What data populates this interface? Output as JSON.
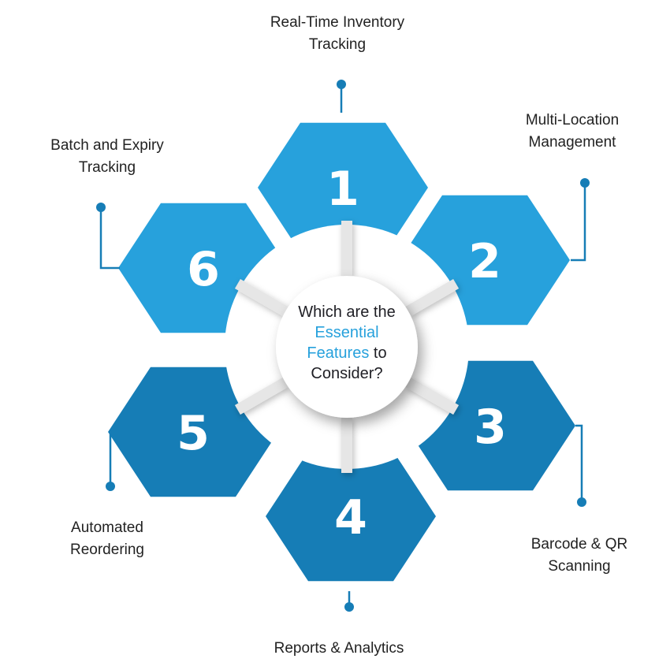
{
  "center": {
    "line1": "Which are the",
    "accent1": "Essential",
    "accent2": "Features",
    "tail": "to",
    "line4": "Consider?"
  },
  "colors": {
    "light": "#27a1dc",
    "dark": "#167db6"
  },
  "features": [
    {
      "number": "1",
      "line1": "Real-Time Inventory",
      "line2": "Tracking"
    },
    {
      "number": "2",
      "line1": "Multi-Location",
      "line2": "Management"
    },
    {
      "number": "3",
      "line1": "Barcode & QR",
      "line2": "Scanning"
    },
    {
      "number": "4",
      "line1": "Reports & Analytics",
      "line2": ""
    },
    {
      "number": "5",
      "line1": "Automated",
      "line2": "Reordering"
    },
    {
      "number": "6",
      "line1": "Batch and Expiry",
      "line2": "Tracking"
    }
  ]
}
